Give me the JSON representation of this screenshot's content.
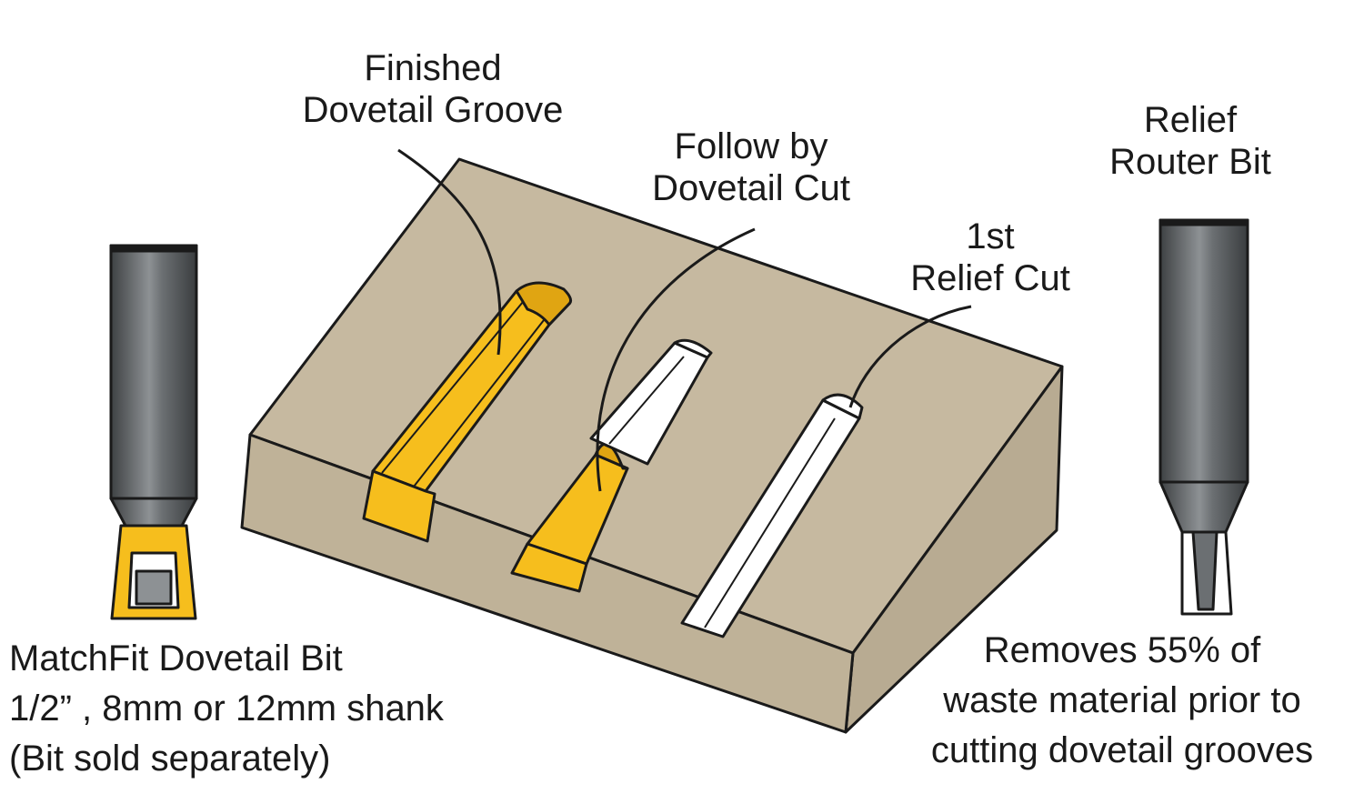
{
  "labels": {
    "finished": [
      "Finished",
      "Dovetail Groove"
    ],
    "follow": [
      "Follow by",
      "Dovetail Cut"
    ],
    "relief_cut": [
      "1st",
      "Relief Cut"
    ],
    "relief_bit": [
      "Relief",
      "Router Bit"
    ],
    "dovetail_bit": [
      "MatchFit Dovetail Bit",
      "1/2” , 8mm or 12mm shank",
      "(Bit sold separately)"
    ],
    "removes": [
      "Removes 55% of",
      "waste material prior to",
      "cutting dovetail grooves"
    ]
  },
  "colors": {
    "wood_top": "#c6b9a0",
    "wood_side": "#beb197",
    "outline": "#1a1a1a",
    "gold": "#f6be1d",
    "gold_dark": "#e0a512",
    "shank_dark": "#3e4143",
    "shank_light": "#8d9194",
    "cut_white": "#ffffff"
  }
}
